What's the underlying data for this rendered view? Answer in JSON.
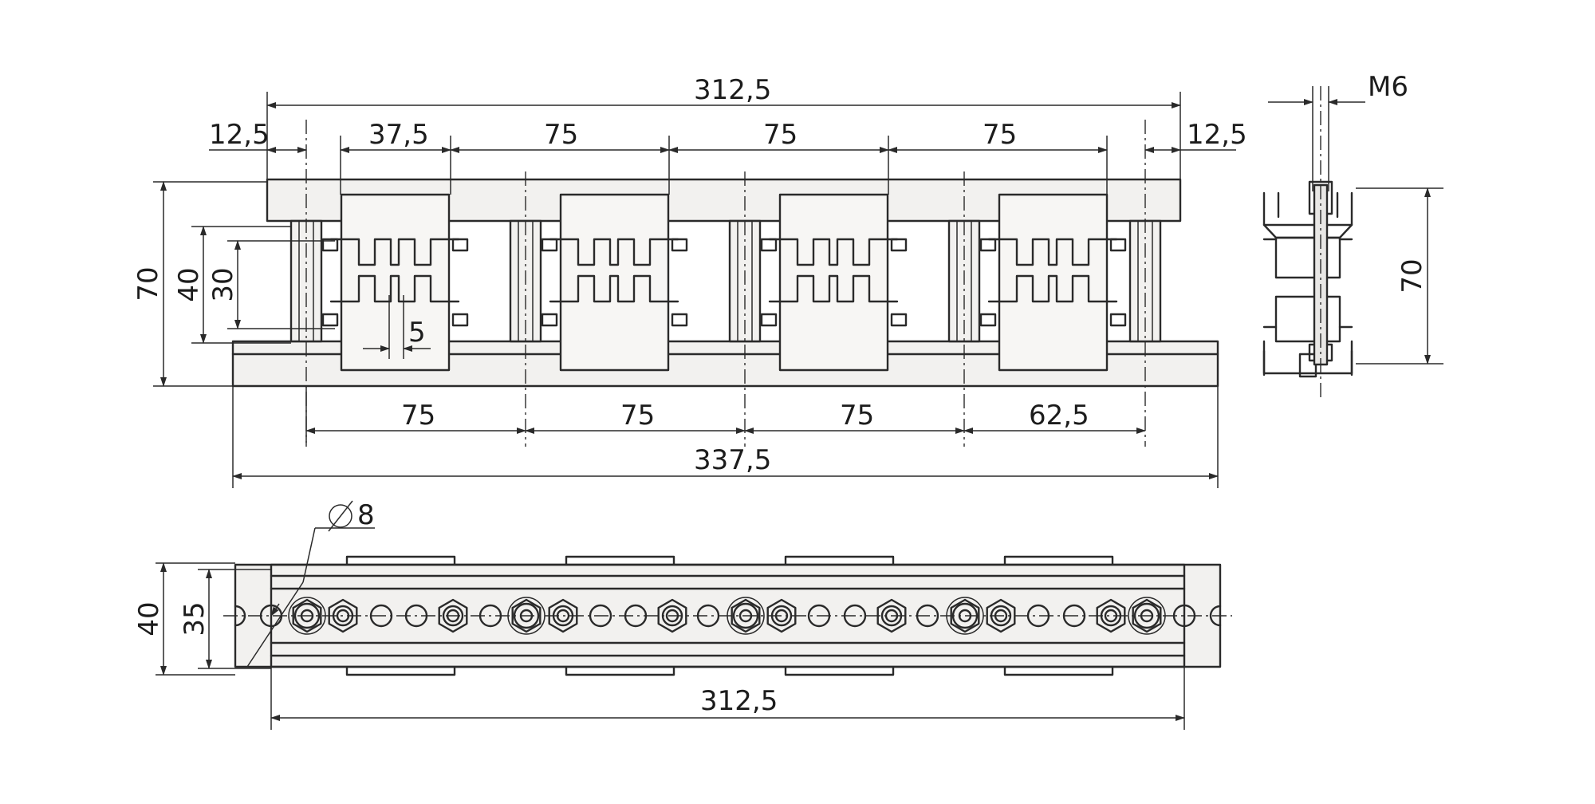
{
  "front_view": {
    "top_overall": "312,5",
    "top_left_end": "12,5",
    "top_first": "37,5",
    "top_pitch_1": "75",
    "top_pitch_2": "75",
    "top_pitch_3": "75",
    "top_right_end": "12,5",
    "height_total": "70",
    "height_inner": "40",
    "height_core": "30",
    "slot_width": "5",
    "bottom_pitch_1": "75",
    "bottom_pitch_2": "75",
    "bottom_pitch_3": "75",
    "bottom_last": "62,5",
    "bottom_overall": "337,5"
  },
  "side_view": {
    "thread": "M6",
    "height": "70"
  },
  "plan_view": {
    "hole_diameter": "8",
    "width_outer": "40",
    "width_inner": "35",
    "length": "312,5"
  },
  "colors": {
    "ink": "#2a2a2a",
    "paper": "#ffffff",
    "fill": "#f2f1ef"
  }
}
